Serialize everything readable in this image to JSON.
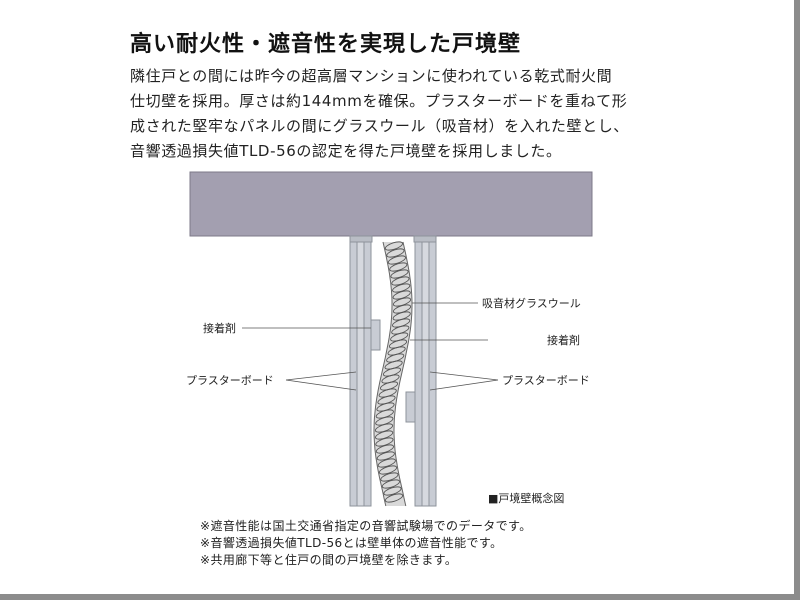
{
  "heading": "高い耐火性・遮音性を実現した戸境壁",
  "description": [
    "隣住戸との間には昨今の超高層マンションに使われている乾式耐火間",
    "仕切壁を採用。厚さは約144mmを確保。プラスターボードを重ねて形",
    "成された堅牢なパネルの間にグラスウール（吸音材）を入れた壁とし、",
    "音響透過損失値TLD-56の認定を得た戸境壁を採用しました。"
  ],
  "diagram": {
    "labels": {
      "glass_wool": "吸音材グラスウール",
      "adhesive_left": "接着剤",
      "adhesive_right": "接着剤",
      "plasterboard_left": "プラスターボード",
      "plasterboard_right": "プラスターボード",
      "caption": "■戸境壁概念図"
    },
    "colors": {
      "slab": "#a39fb0",
      "board": "#c8ccd4",
      "board_edge": "#8e939b",
      "wool": "#d9d9d9"
    }
  },
  "notes": [
    "※遮音性能は国土交通省指定の音響試験場でのデータです。",
    "※音響透過損失値TLD-56とは壁単体の遮音性能です。",
    "※共用廊下等と住戸の間の戸境壁を除きます。"
  ]
}
